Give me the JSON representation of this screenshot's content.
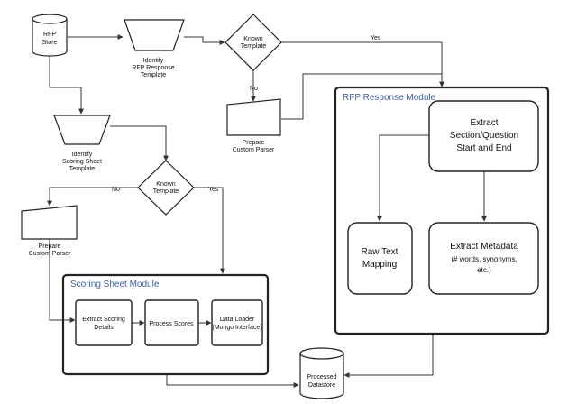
{
  "nodes": {
    "rfp_store": [
      "RFP",
      "Store"
    ],
    "identify_rfp_template": [
      "Identify",
      "RFP Response",
      "Template"
    ],
    "known_template_1": [
      "Known",
      "Template"
    ],
    "prepare_parser_1": [
      "Prepare",
      "Custom Parser"
    ],
    "identify_scoring_template": [
      "Identify",
      "Scoring Sheet",
      "Template"
    ],
    "known_template_2": [
      "Known",
      "Template"
    ],
    "prepare_parser_2": [
      "Prepare",
      "Custom Parser"
    ],
    "extract_scoring": [
      "Extract Scoring",
      "Details"
    ],
    "process_scores": [
      "Process Scores"
    ],
    "data_loader": [
      "Data Loader",
      "(Mongo Interface)"
    ],
    "extract_section": [
      "Extract",
      "Section/Question",
      "Start and End"
    ],
    "raw_text": [
      "Raw Text",
      "Mapping"
    ],
    "extract_metadata": [
      "Extract Metadata",
      "(# words, synonyms,",
      "etc.)"
    ],
    "processed_datastore": [
      "Processed",
      "Datastore"
    ]
  },
  "modules": {
    "rfp_response": "RFP Response Module",
    "scoring_sheet": "Scoring Sheet Module"
  },
  "edge_labels": {
    "yes_1": "Yes",
    "no_1": "No",
    "yes_2": "Yes",
    "no_2": "No"
  }
}
